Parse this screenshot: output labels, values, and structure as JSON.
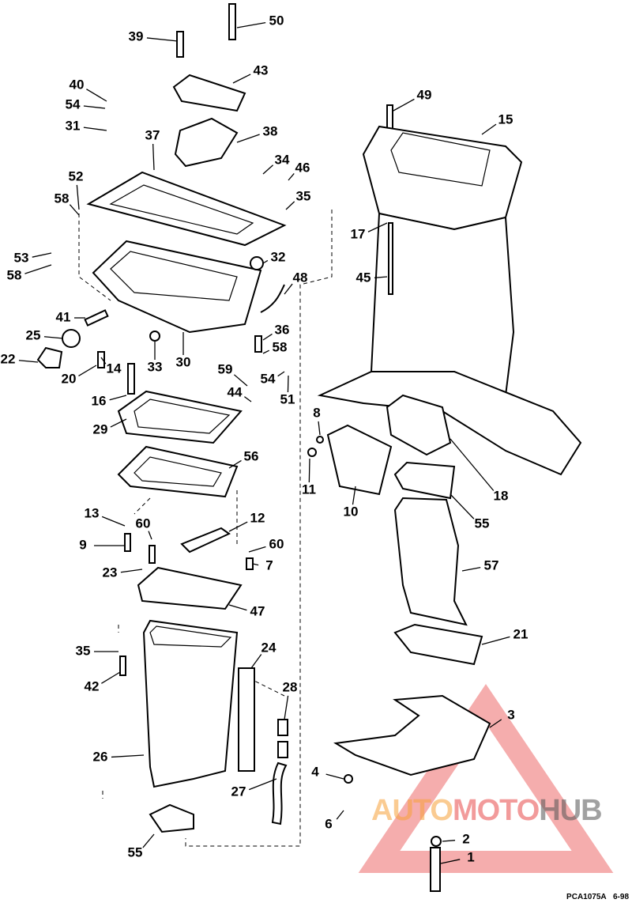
{
  "callouts": [
    "50",
    "39",
    "43",
    "40",
    "54",
    "31",
    "38",
    "37",
    "34",
    "46",
    "35",
    "52",
    "58",
    "53",
    "58",
    "32",
    "48",
    "41",
    "25",
    "22",
    "14",
    "33",
    "30",
    "36",
    "58",
    "20",
    "59",
    "54",
    "51",
    "16",
    "44",
    "29",
    "56",
    "13",
    "60",
    "12",
    "9",
    "60",
    "7",
    "23",
    "47",
    "35",
    "24",
    "42",
    "28",
    "26",
    "27",
    "55",
    "49",
    "15",
    "17",
    "45",
    "8",
    "11",
    "10",
    "18",
    "55",
    "57",
    "21",
    "3",
    "4",
    "6",
    "2",
    "1"
  ],
  "footer": {
    "code": "PCA1075A",
    "date": "6-98"
  },
  "watermark": {
    "part1": "AUTO",
    "part2": "MOTO",
    "part3": "HUB"
  },
  "colors": {
    "watermark_orange": "#f7a23a",
    "watermark_red": "#e84a4a",
    "watermark_gray": "#555555"
  }
}
